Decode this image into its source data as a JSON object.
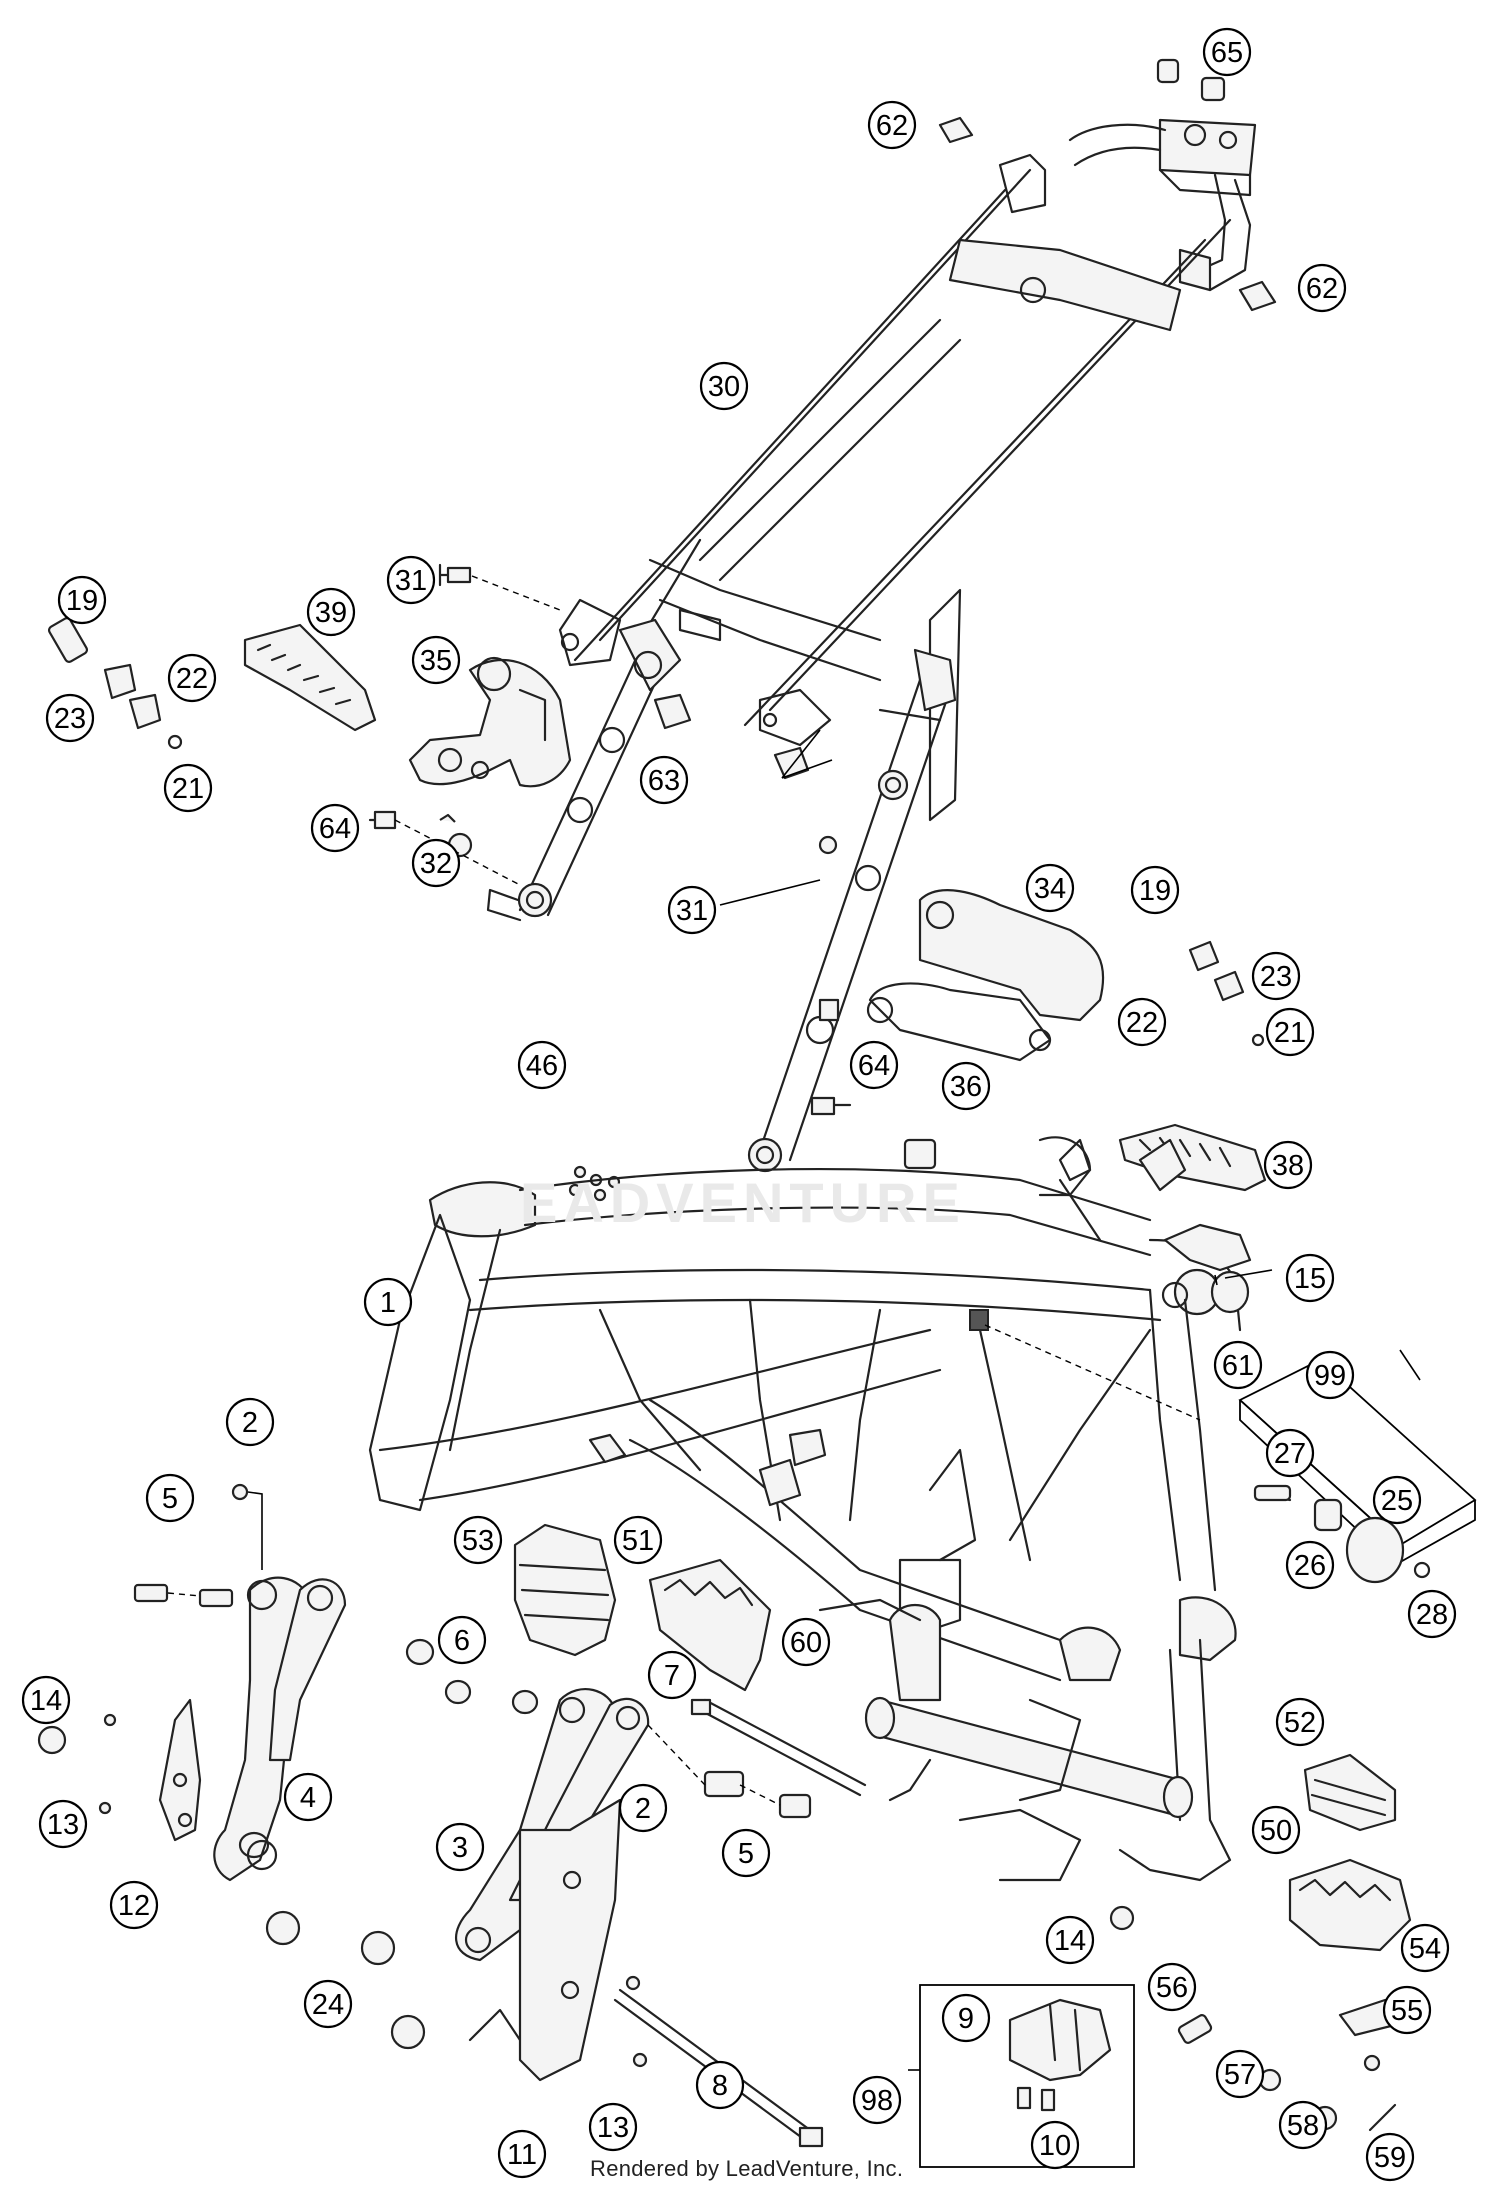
{
  "diagram": {
    "credit": "Rendered by LeadVenture, Inc.",
    "watermark": "EADVENTURE",
    "callouts": [
      "65",
      "62",
      "62",
      "30",
      "31",
      "19",
      "39",
      "22",
      "23",
      "21",
      "35",
      "63",
      "64",
      "32",
      "31",
      "34",
      "19",
      "23",
      "22",
      "21",
      "46",
      "64",
      "36",
      "38",
      "1",
      "15",
      "99",
      "61",
      "27",
      "25",
      "26",
      "28",
      "2",
      "5",
      "53",
      "51",
      "60",
      "6",
      "7",
      "14",
      "13",
      "4",
      "12",
      "24",
      "3",
      "2",
      "5",
      "52",
      "50",
      "14",
      "54",
      "56",
      "55",
      "57",
      "58",
      "59",
      "8",
      "9",
      "98",
      "10",
      "11",
      "13"
    ]
  }
}
